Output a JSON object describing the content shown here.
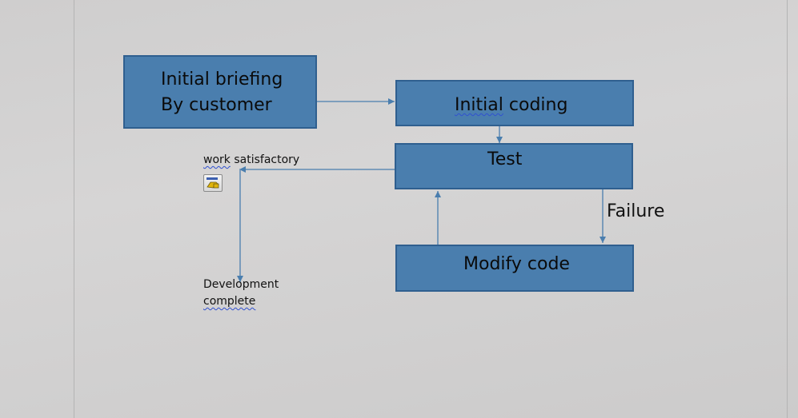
{
  "diagram": {
    "nodes": {
      "briefing": {
        "line1": "Initial briefing",
        "line2": "By customer"
      },
      "coding": {
        "label_word1": "Initial",
        "label_word2": "coding"
      },
      "test": {
        "label": "Test"
      },
      "modify": {
        "label": "Modify code"
      }
    },
    "edge_labels": {
      "failure": "Failure",
      "satisfactory_word1": "work",
      "satisfactory_word2": "satisfactory",
      "complete_line1": "Development",
      "complete_line2": "complete"
    },
    "icons": [
      "paste-options-icon"
    ],
    "colors": {
      "box_fill": "#4a7eae",
      "box_border": "#2f5f8f",
      "connector": "#4a7eae",
      "page_background": "#d3d2d2"
    }
  }
}
